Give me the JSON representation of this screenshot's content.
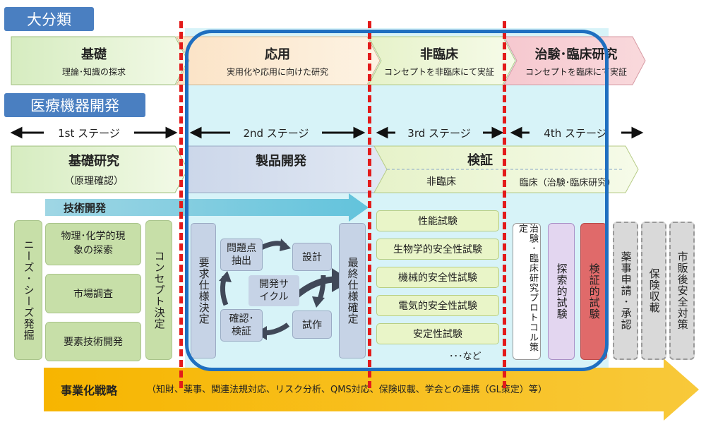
{
  "labels": {
    "major_category": "大分類",
    "medical_device_dev": "医療機器開発"
  },
  "phases": [
    {
      "title": "基礎",
      "subtitle": "理論･知識の探求"
    },
    {
      "title": "応用",
      "subtitle": "実用化や応用に向けた研究"
    },
    {
      "title": "非臨床",
      "subtitle": "コンセプトを非臨床にて実証"
    },
    {
      "title": "治験･臨床研究",
      "subtitle": "コンセプトを臨床にて実証"
    }
  ],
  "stages": [
    "1st ステージ",
    "2nd ステージ",
    "3rd ステージ",
    "4th ステージ"
  ],
  "dev_phases": {
    "basic_research": "基礎研究",
    "basic_research_sub": "（原理確認）",
    "product_dev": "製品開発",
    "verification": "検証",
    "nonclinical": "非臨床",
    "clinical": "臨床（治験･臨床研究）"
  },
  "tech_dev": "技術開発",
  "stage1": {
    "needs": "ニーズ･シーズ発掘",
    "items": [
      "物理･化学的現象の探索",
      "市場調査",
      "要素技術開発"
    ],
    "concept": "コンセプト決定"
  },
  "stage2": {
    "requirements": "要求仕様決定",
    "cycle_center": "開発サイクル",
    "cycle": [
      "問題点抽出",
      "設計",
      "試作",
      "確認･検証"
    ],
    "final_spec": "最終仕様確定"
  },
  "stage3": {
    "tests": [
      "性能試験",
      "生物学的安全性試験",
      "機械的安全性試験",
      "電気的安全性試験",
      "安定性試験"
    ],
    "etc": "･･･など"
  },
  "stage4": {
    "protocol": "治験･臨床研究プロトコル策定",
    "exploratory": "探索的試験",
    "confirmatory": "検証的試験"
  },
  "post": [
    "薬事申請･承認",
    "保険収載",
    "市販後安全対策"
  ],
  "strategy": {
    "title": "事業化戦略",
    "detail": "（知財、薬事、関連法規対応、リスク分析、QMS対応、保険収載、学会との連携（GL策定）等）"
  },
  "colors": {
    "accent_blue": "#1f6fc0",
    "red_dash": "#e31b1b",
    "strategy_orange": "#f5b400"
  }
}
